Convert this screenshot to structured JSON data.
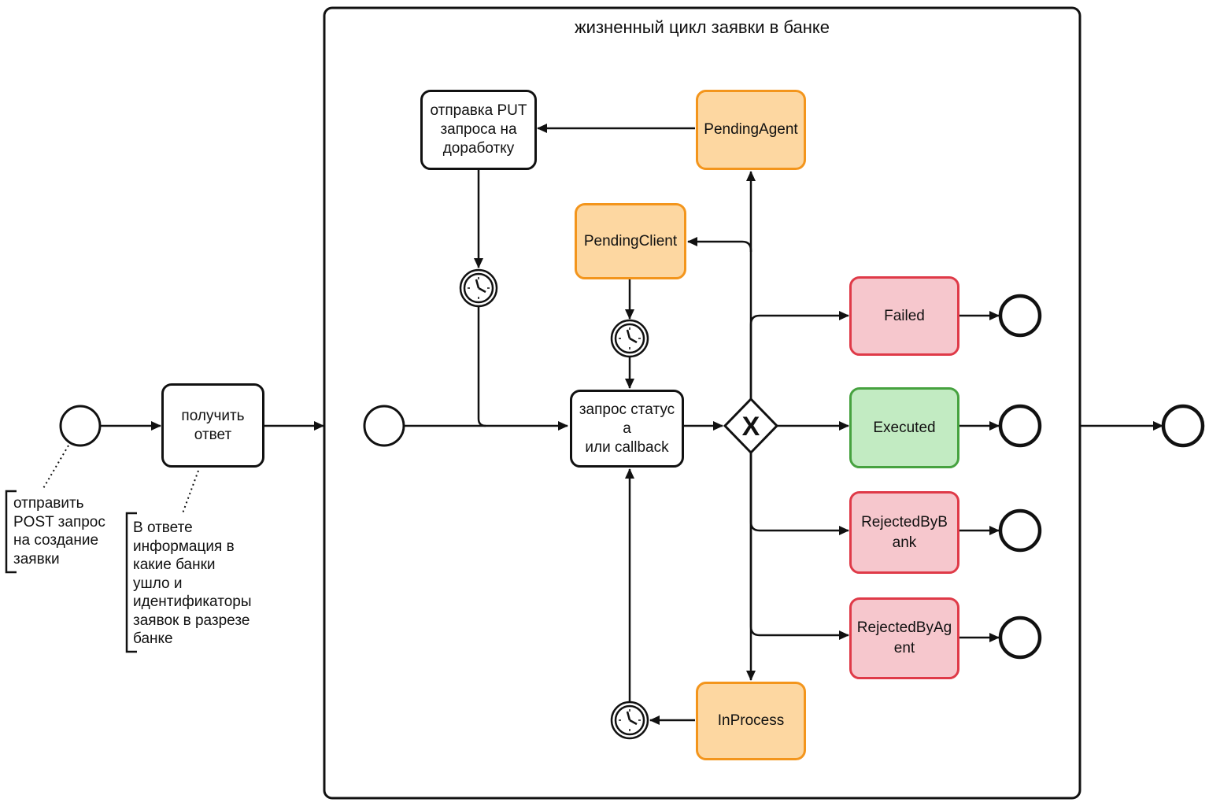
{
  "pool": {
    "title": "жизненный цикл заявки в банке"
  },
  "tasks": {
    "receive_response": "получить\nответ",
    "status_request": "запрос статуса\nили  callback",
    "put_request": "отправка PUT\nзапроса на\nдоработку"
  },
  "statuses": {
    "pending_agent": "PendingAgent",
    "pending_client": "PendingClient",
    "failed": "Failed",
    "executed": "Executed",
    "rejected_by_bank": "RejectedByBank",
    "rejected_by_agent": "RejectedByAgent",
    "in_process": "InProcess"
  },
  "gateway": {
    "symbol": "X"
  },
  "annotations": {
    "post_request": "отправить\nPOST запрос\nна создание\nзаявки",
    "response_info": "В ответе\nинформация в\nкакие банки\nушло и\nидентификаторы\nзаявок в разрезе\nбанке"
  },
  "colors": {
    "pending_fill": "#fdd7a1",
    "pending_border": "#f3951c",
    "failed_fill": "#f6c7cd",
    "failed_border": "#df3a48",
    "executed_fill": "#c2ebc2",
    "executed_border": "#46a23f"
  }
}
